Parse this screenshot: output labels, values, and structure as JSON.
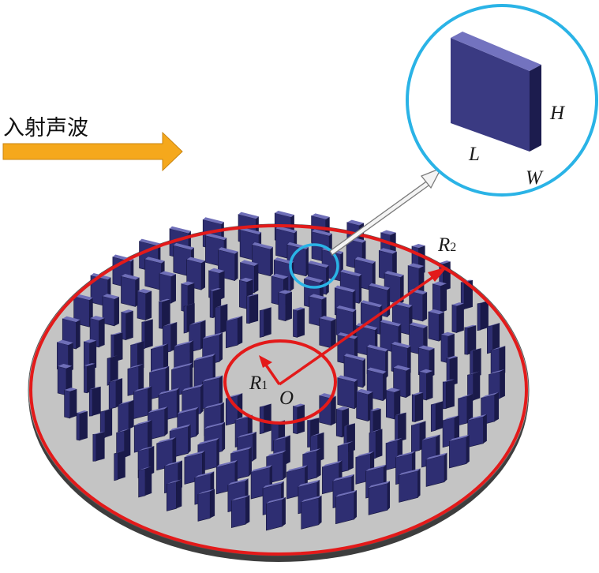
{
  "incident_wave_label": "入射声波",
  "labels": {
    "R2": {
      "main": "R",
      "sub": "2"
    },
    "R1": {
      "main": "R",
      "sub": "1"
    },
    "O": "O",
    "H": "H",
    "L": "L",
    "W": "W"
  },
  "colors": {
    "plate": "#c4c4c4",
    "plate_edge": "#3d3d3d",
    "block_face": "#2e2e72",
    "block_top": "#6f6fb8",
    "block_side": "#1a1a4a",
    "ring": "#e31a1a",
    "radius_arrow": "#e31a1a",
    "zoom_circle": "#2ab3e6",
    "arrow_orange": "#f5a81c",
    "pointer_arrow": "#f4f4f4"
  },
  "icons": {
    "incident_arrow": "right-arrow-icon",
    "zoom_pointer": "pointer-arrow-icon"
  }
}
